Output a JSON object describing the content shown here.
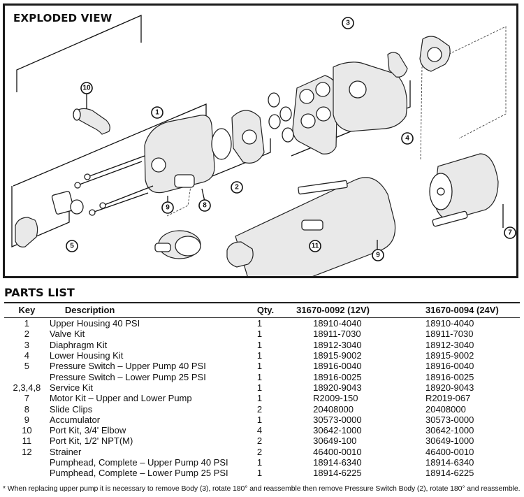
{
  "diagram": {
    "title": "EXPLODED VIEW",
    "callouts": [
      {
        "key": "10"
      },
      {
        "key": "1"
      },
      {
        "key": "3"
      },
      {
        "key": "4"
      },
      {
        "key": "2"
      },
      {
        "key": "9"
      },
      {
        "key": "8"
      },
      {
        "key": "5"
      },
      {
        "key": "11"
      },
      {
        "key": "9"
      },
      {
        "key": "7"
      }
    ]
  },
  "parts_list": {
    "title": "PARTS LIST",
    "columns": [
      "Key",
      "Description",
      "Qty.",
      "31670-0092 (12V)",
      "31670-0094 (24V)"
    ],
    "rows": [
      {
        "key": "1",
        "description": "Upper Housing 40 PSI",
        "qty": "1",
        "part_12v": "18910-4040",
        "part_24v": "18910-4040"
      },
      {
        "key": "2",
        "description": "Valve Kit",
        "qty": "1",
        "part_12v": "18911-7030",
        "part_24v": "18911-7030"
      },
      {
        "key": "3",
        "description": "Diaphragm Kit",
        "qty": "1",
        "part_12v": "18912-3040",
        "part_24v": "18912-3040"
      },
      {
        "key": "4",
        "description": "Lower Housing Kit",
        "qty": "1",
        "part_12v": "18915-9002",
        "part_24v": "18915-9002"
      },
      {
        "key": "5",
        "description": "Pressure Switch – Upper Pump 40 PSI",
        "qty": "1",
        "part_12v": "18916-0040",
        "part_24v": "18916-0040"
      },
      {
        "key": "",
        "description": "Pressure Switch – Lower Pump 25 PSI",
        "qty": "1",
        "part_12v": "18916-0025",
        "part_24v": "18916-0025"
      },
      {
        "key": "2,3,4,8",
        "description": "Service Kit",
        "qty": "1",
        "part_12v": "18920-9043",
        "part_24v": "18920-9043"
      },
      {
        "key": "7",
        "description": "Motor Kit – Upper and Lower Pump",
        "qty": "1",
        "part_12v": "R2009-150",
        "part_24v": "R2019-067"
      },
      {
        "key": "8",
        "description": "Slide Clips",
        "qty": "2",
        "part_12v": "20408000",
        "part_24v": "20408000"
      },
      {
        "key": "9",
        "description": "Accumulator",
        "qty": "1",
        "part_12v": "30573-0000",
        "part_24v": "30573-0000"
      },
      {
        "key": "10",
        "description": "Port Kit, 3/4' Elbow",
        "qty": "4",
        "part_12v": "30642-1000",
        "part_24v": "30642-1000"
      },
      {
        "key": "11",
        "description": "Port Kit, 1/2' NPT(M)",
        "qty": "2",
        "part_12v": "30649-100",
        "part_24v": "30649-1000"
      },
      {
        "key": "12",
        "description": "Strainer",
        "qty": "2",
        "part_12v": "46400-0010",
        "part_24v": "46400-0010"
      },
      {
        "key": "",
        "description": "Pumphead, Complete – Upper Pump 40 PSI",
        "qty": "1",
        "part_12v": "18914-6340",
        "part_24v": "18914-6340"
      },
      {
        "key": "",
        "description": "Pumphead, Complete – Lower Pump 25 PSI",
        "qty": "1",
        "part_12v": "18914-6225",
        "part_24v": "18914-6225"
      }
    ]
  },
  "footnote": "* When replacing upper pump it is necessary to remove Body (3), rotate 180° and reassemble then remove Pressure Switch Body (2), rotate 180° and reassemble."
}
